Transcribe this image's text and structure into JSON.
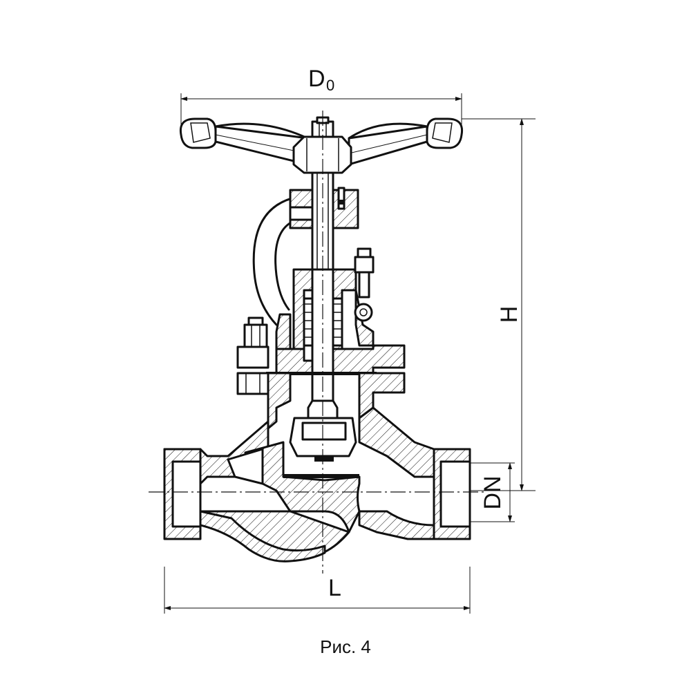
{
  "dimensions": {
    "handwheel_diameter": {
      "label": "D",
      "subscript": "0"
    },
    "height": {
      "label": "H"
    },
    "nominal_diameter": {
      "label": "DN"
    },
    "length": {
      "label": "L"
    }
  },
  "caption": "Рис. 4"
}
